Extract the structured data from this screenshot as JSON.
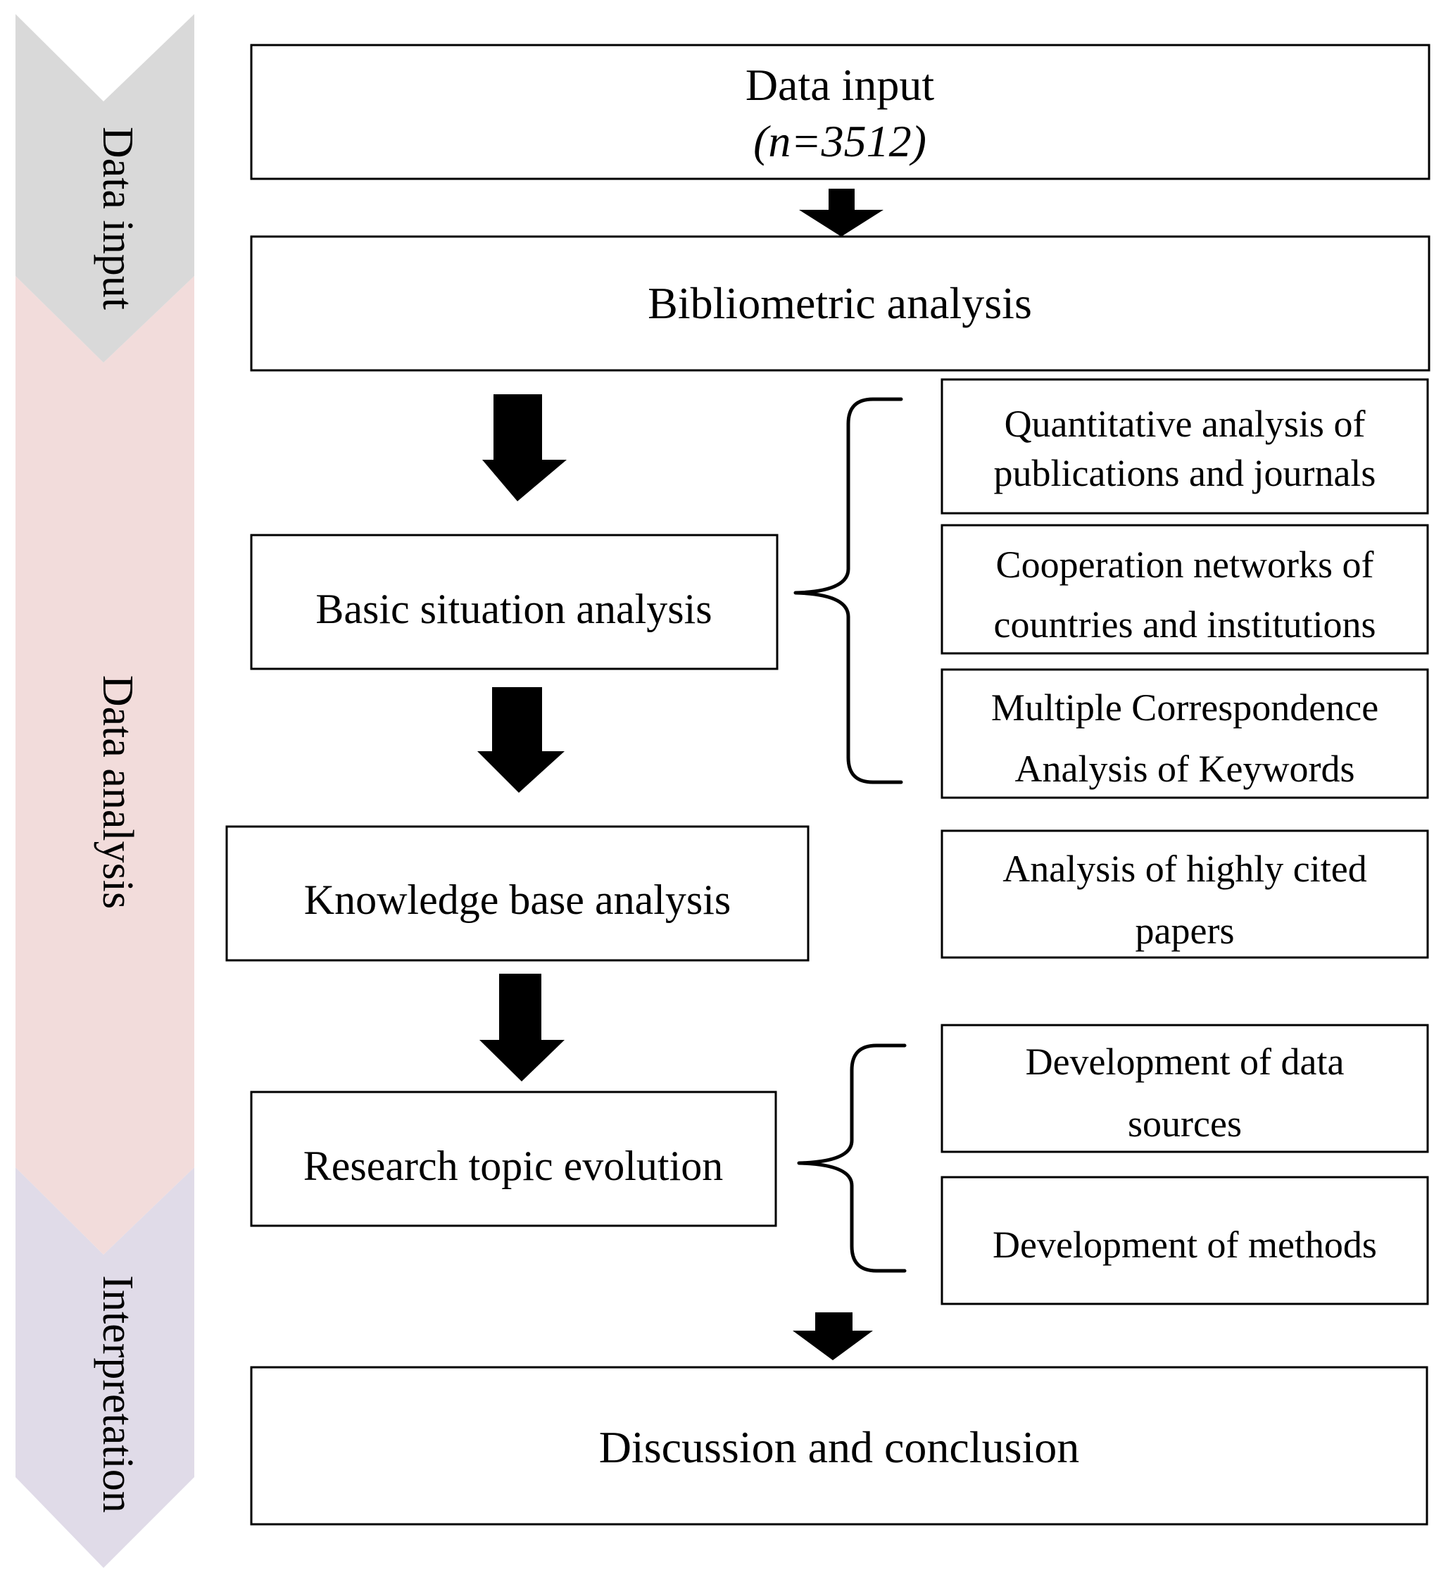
{
  "phases": [
    {
      "label": "Data input",
      "color": "#d9d9d9"
    },
    {
      "label": "Data analysis",
      "color": "#f2dcdb"
    },
    {
      "label": "Interpretation",
      "color": "#e0dbe8"
    }
  ],
  "main_boxes": {
    "data_input": {
      "title": "Data input",
      "count": "(n=3512)",
      "count_color": "#e02020"
    },
    "bibliometric": "Bibliometric analysis",
    "basic_situation": "Basic situation analysis",
    "knowledge_base": "Knowledge base analysis",
    "topic_evolution": "Research topic evolution",
    "discussion": "Discussion and conclusion"
  },
  "side_boxes": {
    "quantitative": [
      "Quantitative analysis of",
      "publications and journals"
    ],
    "cooperation": [
      "Cooperation networks of",
      "countries and institutions"
    ],
    "mca": [
      "Multiple Correspondence",
      "Analysis of Keywords"
    ],
    "highly_cited": [
      "Analysis of highly cited",
      "papers"
    ],
    "data_sources": [
      "Development of data",
      "sources"
    ],
    "methods": [
      "Development of methods"
    ]
  }
}
